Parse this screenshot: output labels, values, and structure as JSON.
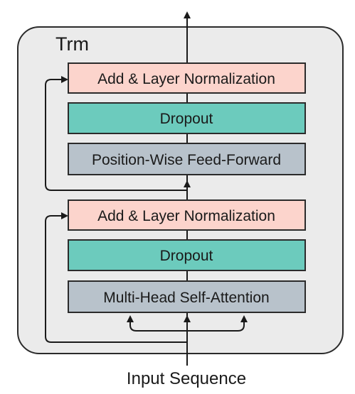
{
  "diagram": {
    "container_label": "Trm",
    "input_label": "Input Sequence",
    "upper_sublayer": {
      "norm_label": "Add & Layer Normalization",
      "dropout_label": "Dropout",
      "core_label": "Position-Wise Feed-Forward"
    },
    "lower_sublayer": {
      "norm_label": "Add & Layer Normalization",
      "dropout_label": "Dropout",
      "core_label": "Multi-Head Self-Attention"
    },
    "colors": {
      "container_fill": "#ebebeb",
      "container_stroke": "#2b2b2b",
      "norm_fill": "#fcd4cc",
      "dropout_fill": "#6ccbbd",
      "core_fill": "#b8c2cb",
      "line": "#1a1a1a"
    }
  }
}
